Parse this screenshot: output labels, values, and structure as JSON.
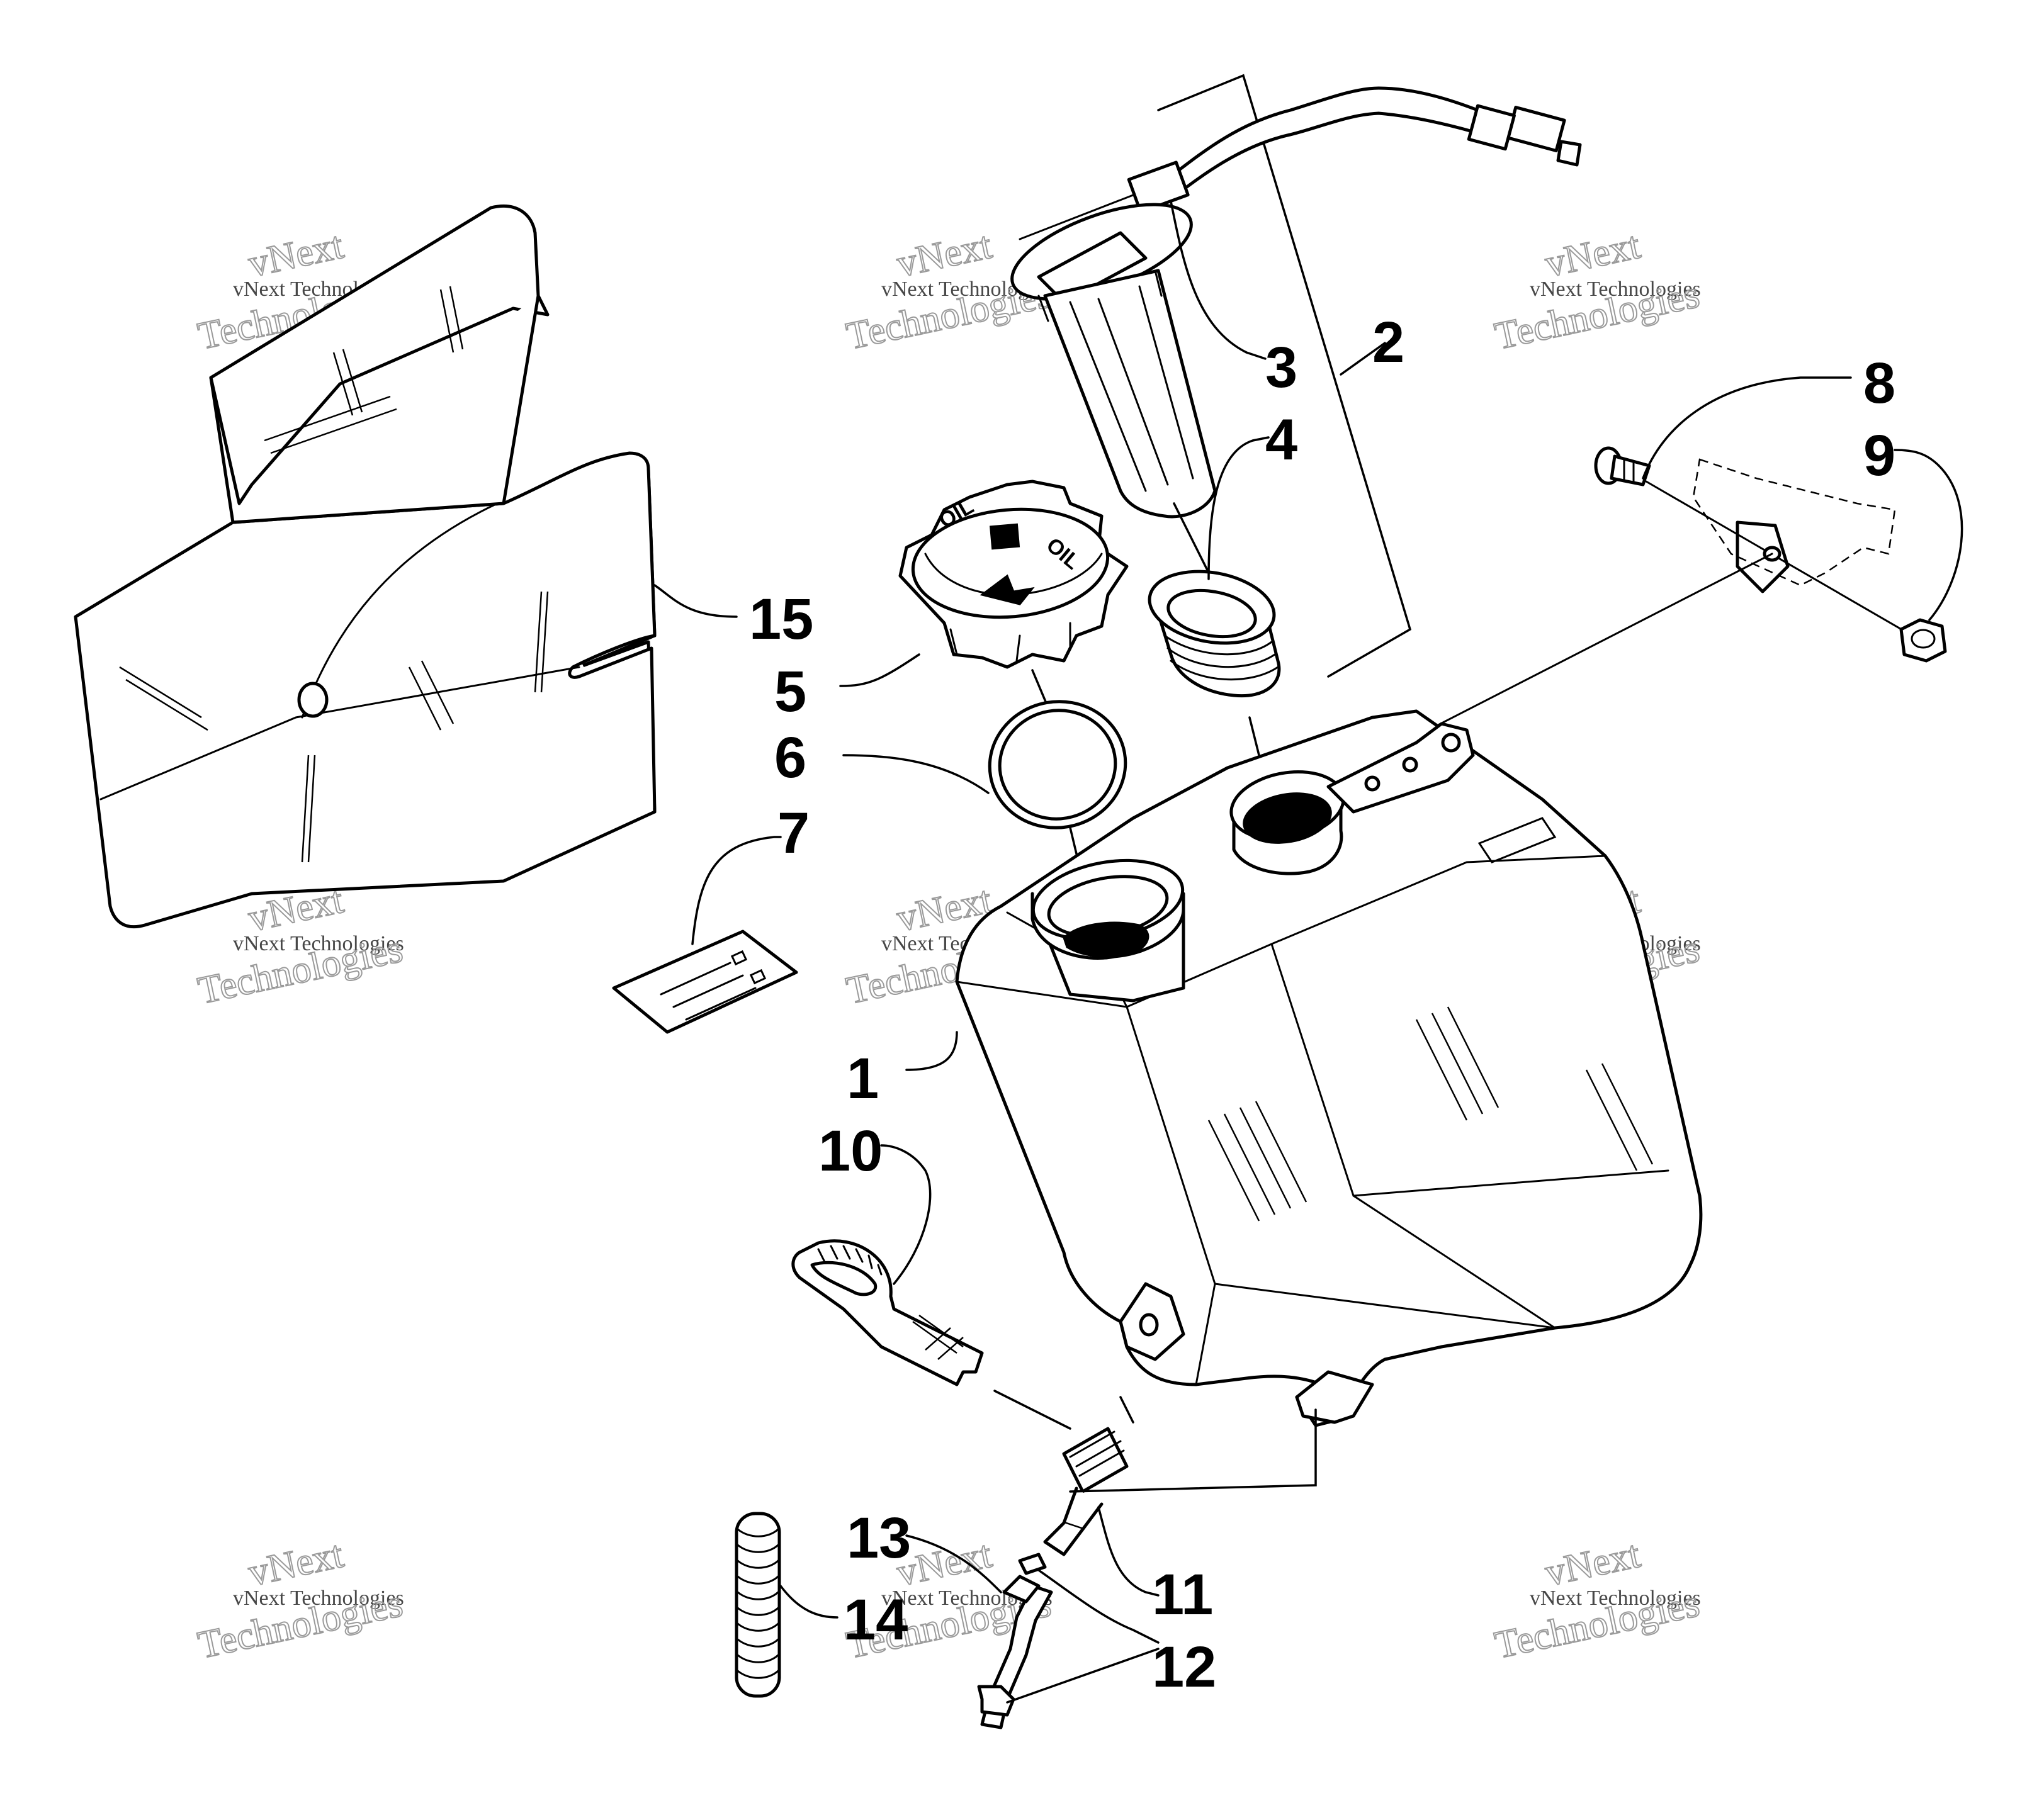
{
  "diagram": {
    "callouts": [
      "1",
      "2",
      "3",
      "4",
      "5",
      "6",
      "7",
      "8",
      "9",
      "10",
      "11",
      "12",
      "13",
      "14",
      "15"
    ],
    "watermark": {
      "line1": "vNext Technologies",
      "line2": "vNext",
      "line3": "Technologies"
    }
  }
}
